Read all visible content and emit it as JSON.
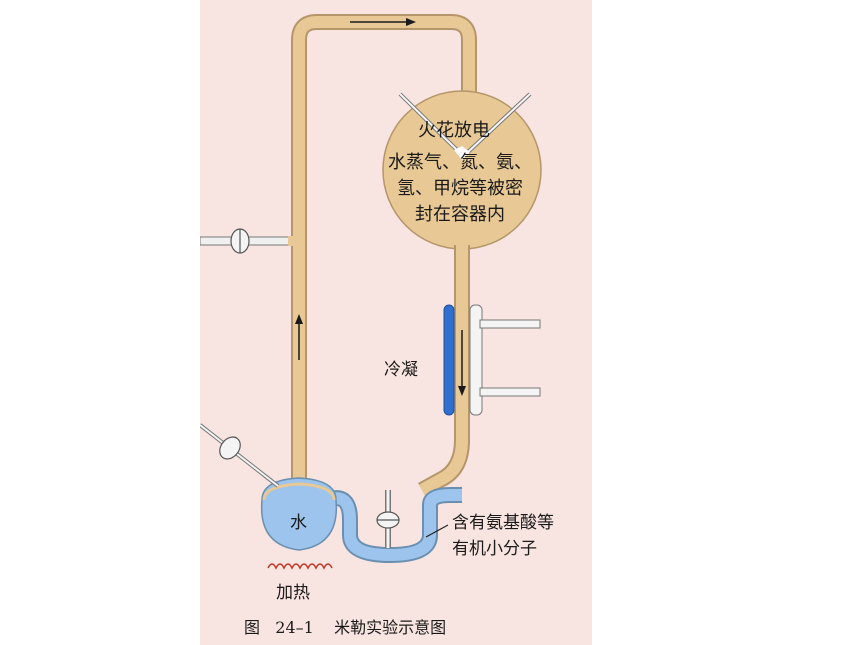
{
  "diagram": {
    "labels": {
      "spark": "火花放电",
      "gases": [
        "水蒸气、氮、氨、",
        "氢、甲烷等被密",
        "封在容器内"
      ],
      "condense": "冷凝",
      "water": "水",
      "heat": "加热",
      "product": [
        "含有氨基酸等",
        "有机小分子"
      ]
    },
    "caption": {
      "prefix": "图",
      "number": "24–1",
      "title": "米勒实验示意图"
    },
    "colors": {
      "background": "#f8e4e0",
      "tube": "#e8c894",
      "tube_edge": "#b4966a",
      "water": "#9cc4ec",
      "condenser": "#2f6fcf",
      "ink": "#1a1a1a"
    },
    "arrows": [
      "up",
      "right",
      "down"
    ]
  }
}
